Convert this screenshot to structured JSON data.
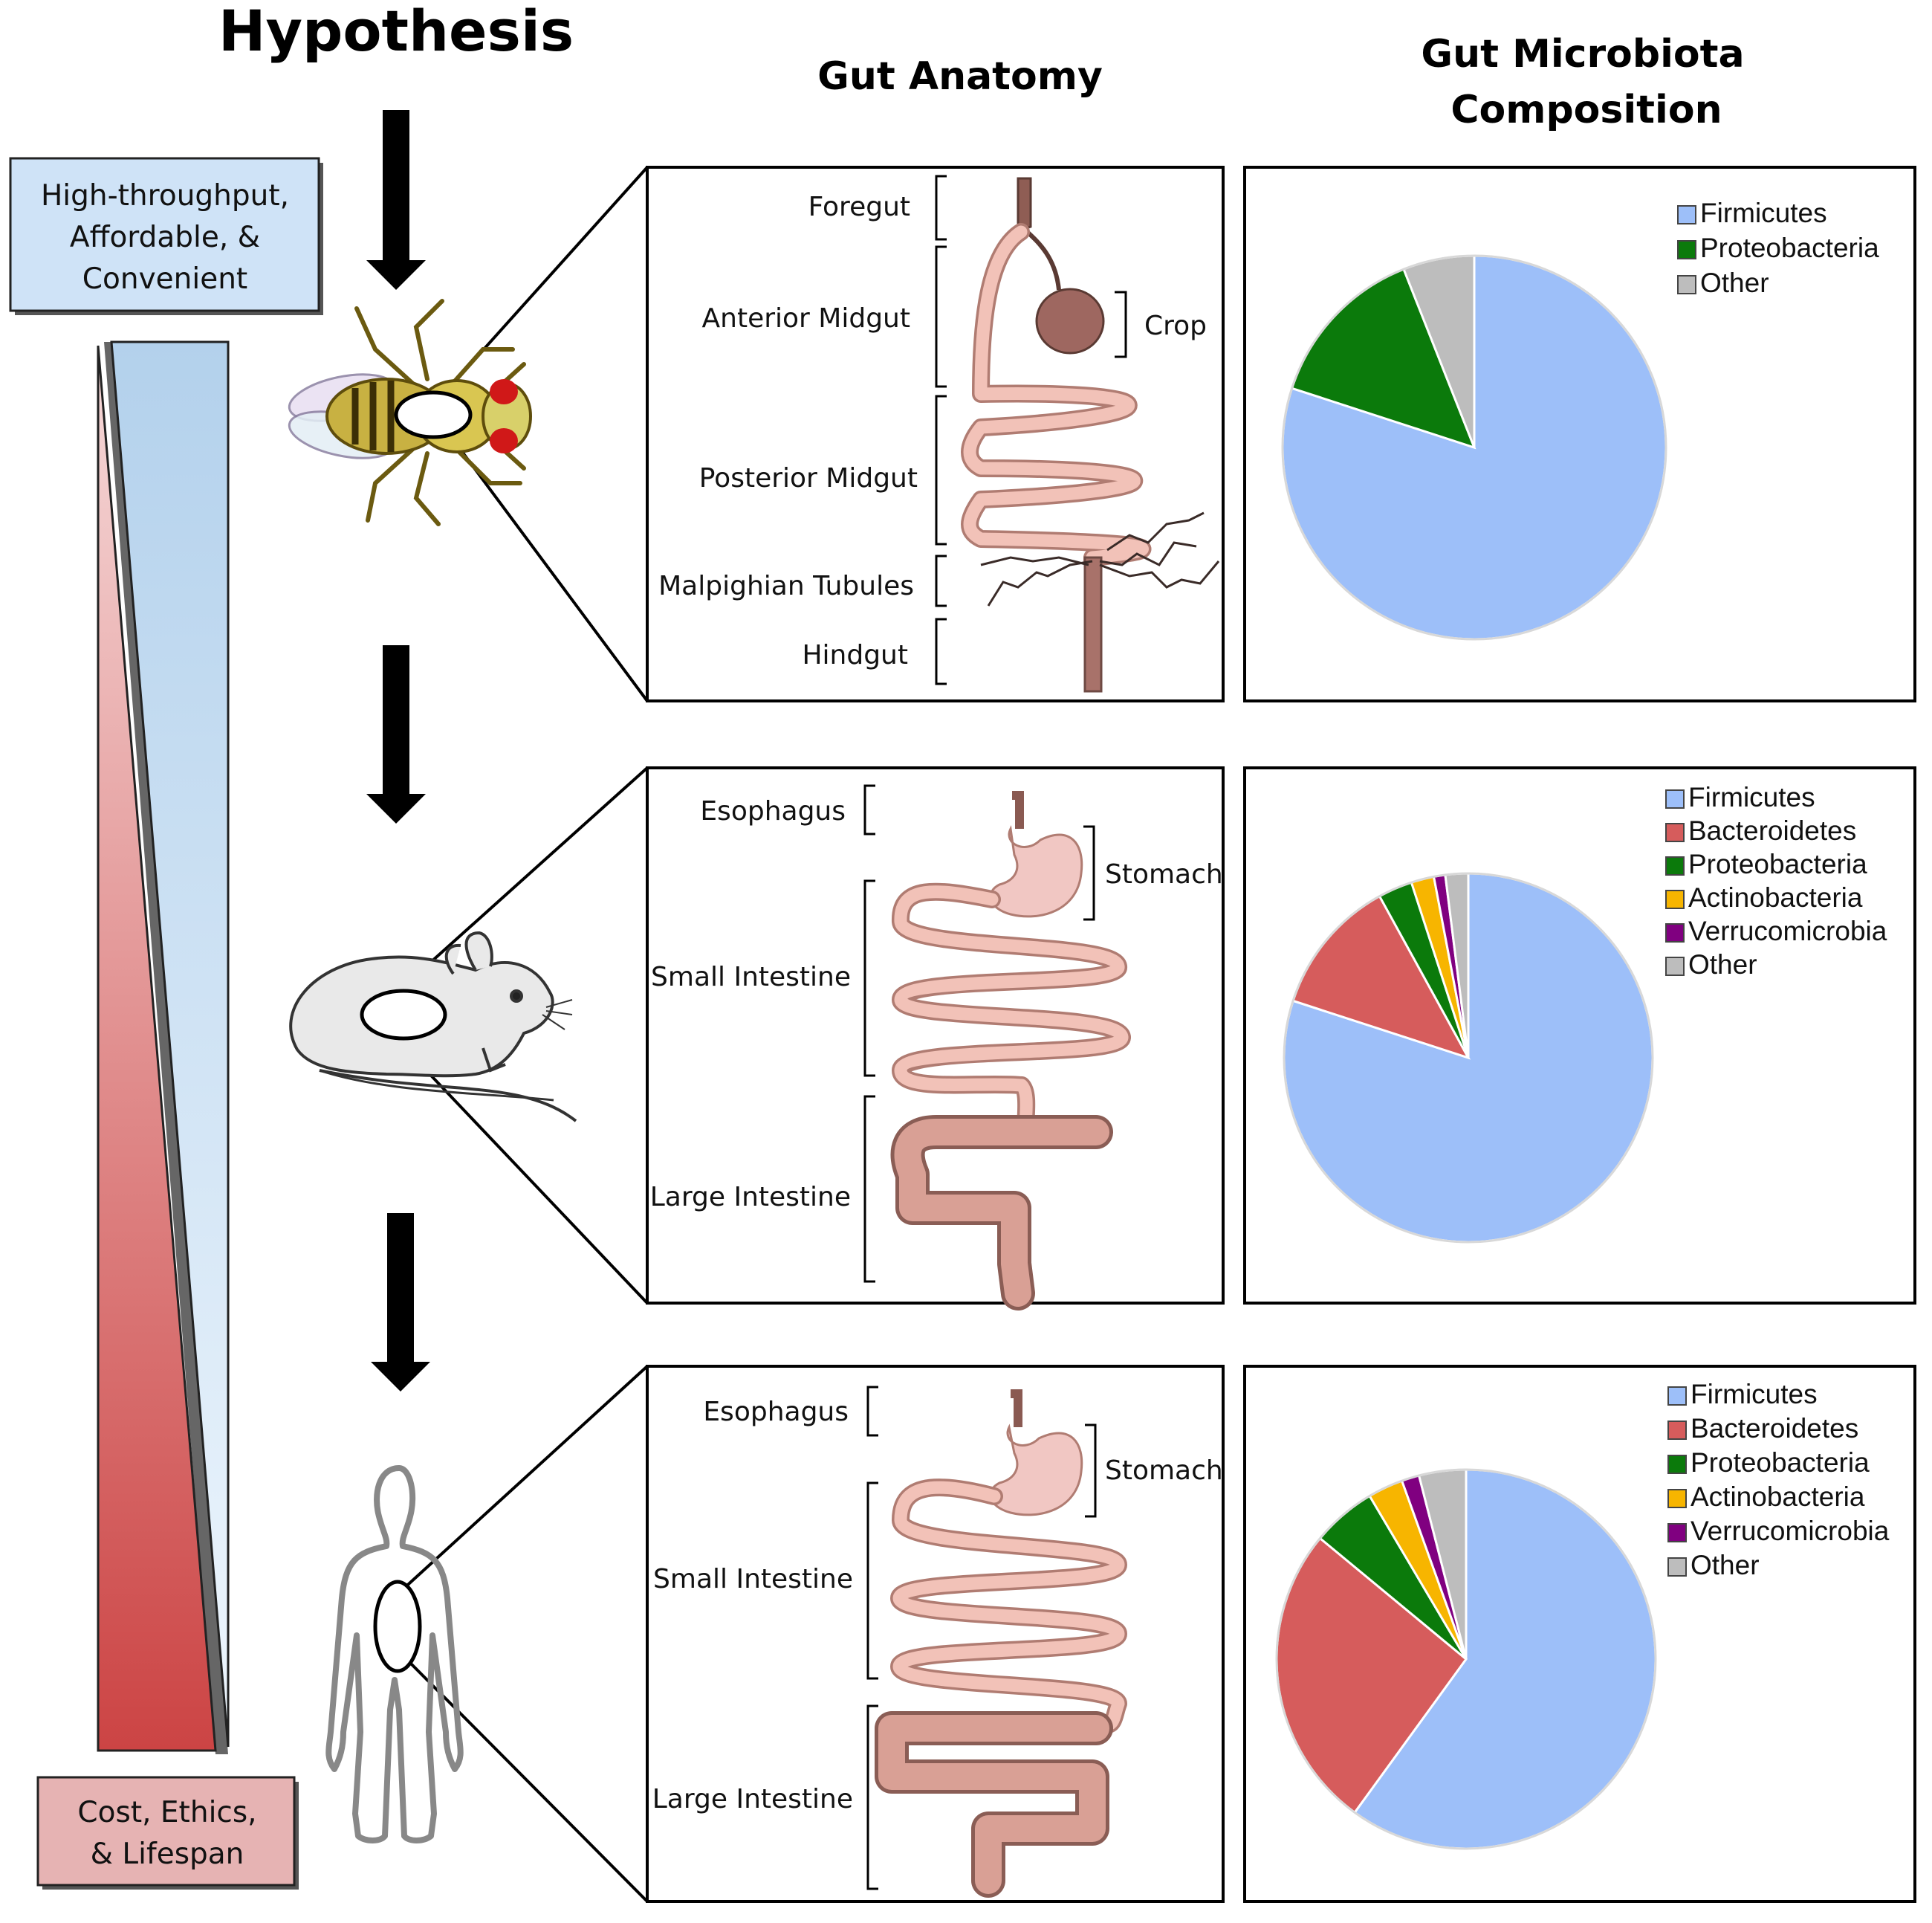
{
  "header": {
    "hypothesis": "Hypothesis",
    "gut_anatomy": "Gut Anatomy",
    "microbiota_line1": "Gut Microbiota",
    "microbiota_line2": "Composition"
  },
  "scale": {
    "top_box": [
      "High-throughput,",
      "Affordable, &",
      "Convenient"
    ],
    "bottom_box": [
      "Cost, Ethics,",
      "& Lifespan"
    ]
  },
  "fly": {
    "labels": {
      "foregut": "Foregut",
      "anterior_midgut": "Anterior Midgut",
      "crop": "Crop",
      "posterior_midgut": "Posterior Midgut",
      "malpighian": "Malpighian Tubules",
      "hindgut": "Hindgut"
    }
  },
  "mouse": {
    "labels": {
      "esophagus": "Esophagus",
      "stomach": "Stomach",
      "small_intestine": "Small Intestine",
      "large_intestine": "Large Intestine"
    }
  },
  "human": {
    "labels": {
      "esophagus": "Esophagus",
      "stomach": "Stomach",
      "small_intestine": "Small Intestine",
      "large_intestine": "Large Intestine"
    }
  },
  "colors": {
    "Firmicutes": "#9dbff9",
    "Bacteroidetes": "#d65c5c",
    "Proteobacteria": "#0b7a0b",
    "Actinobacteria": "#f7b500",
    "Verrucomicrobia": "#800080",
    "Other": "#bdbdbd",
    "gut": "#f2c2b8",
    "gut_edge": "#b07c72",
    "colon": "#d9a095"
  },
  "chart_data": [
    {
      "type": "pie",
      "categories": [
        "Firmicutes",
        "Proteobacteria",
        "Other"
      ],
      "values": [
        80,
        14,
        6
      ]
    },
    {
      "type": "pie",
      "categories": [
        "Firmicutes",
        "Bacteroidetes",
        "Proteobacteria",
        "Actinobacteria",
        "Verrucomicrobia",
        "Other"
      ],
      "values": [
        80,
        12,
        3,
        2,
        1,
        2
      ]
    },
    {
      "type": "pie",
      "categories": [
        "Firmicutes",
        "Bacteroidetes",
        "Proteobacteria",
        "Actinobacteria",
        "Verrucomicrobia",
        "Other"
      ],
      "values": [
        60,
        26,
        5.5,
        3,
        1.5,
        4
      ]
    }
  ]
}
